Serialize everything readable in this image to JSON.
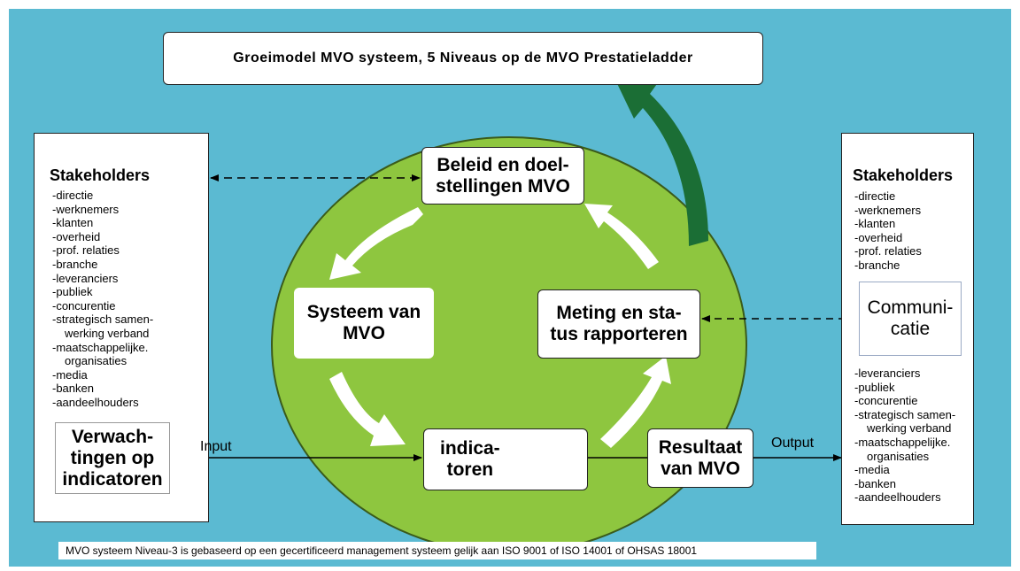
{
  "colors": {
    "background": "#5bbad2",
    "circle": "#8ec63f",
    "arrow_green": "#1b6e35",
    "arrow_white": "#ffffff"
  },
  "title": "Groeimodel MVO systeem, 5 Niveaus op de MVO Prestatieladder",
  "stakeholders_left": {
    "title": "Stakeholders",
    "items": [
      "-directie",
      "-werknemers",
      "-klanten",
      "-overheid",
      "-prof. relaties",
      "-branche",
      "-leveranciers",
      "-publiek",
      "-concurentie",
      "-strategisch samen-",
      "werking verband",
      "-maatschappelijke.",
      "organisaties",
      "-media",
      "-banken",
      "-aandeelhouders"
    ],
    "expectations_line1": "Verwach-",
    "expectations_line2": "tingen op",
    "expectations_line3": "indicatoren"
  },
  "stakeholders_right": {
    "title": "Stakeholders",
    "items_top": [
      "-directie",
      "-werknemers",
      "-klanten",
      "-overheid",
      "-prof. relaties",
      "-branche"
    ],
    "communication_line1": "Communi-",
    "communication_line2": "catie",
    "items_bottom": [
      "-leveranciers",
      "-publiek",
      "-concurentie",
      "-strategisch samen-",
      "werking verband",
      "-maatschappelijke.",
      "organisaties",
      "-media",
      "-banken",
      "-aandeelhouders"
    ]
  },
  "cycle": {
    "beleid_line1": "Beleid en doel-",
    "beleid_line2": "stellingen MVO",
    "systeem_line1": "Systeem van",
    "systeem_line2": "MVO",
    "meting_line1": "Meting en sta-",
    "meting_line2": "tus rapporteren",
    "indicatoren_line1": "indica-",
    "indicatoren_line2": "toren",
    "resultaat_line1": "Resultaat",
    "resultaat_line2": "van MVO"
  },
  "labels": {
    "input": "Input",
    "output": "Output"
  },
  "footer": "MVO systeem Niveau-3 is gebaseerd op een gecertificeerd management systeem gelijk aan ISO 9001 of ISO 14001 of OHSAS 18001"
}
